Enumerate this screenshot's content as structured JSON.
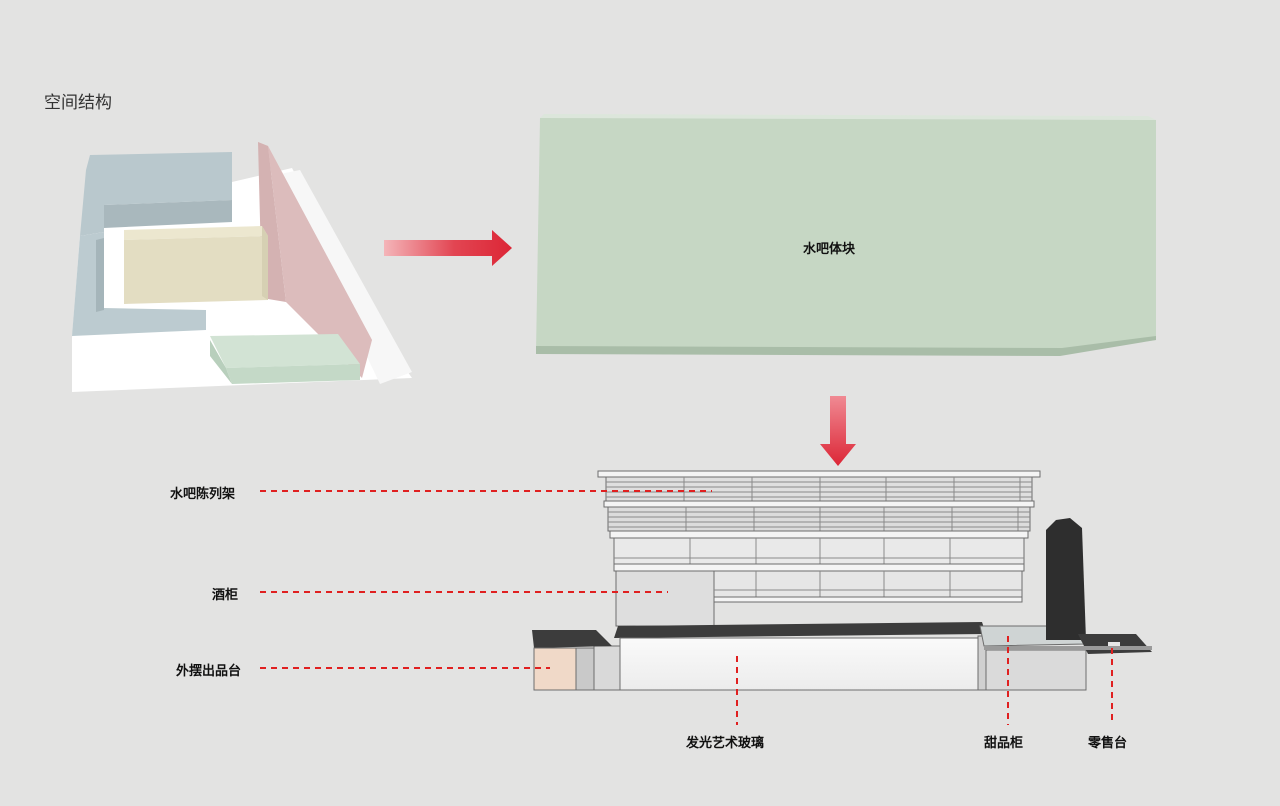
{
  "title": "空间结构",
  "block_label": "水吧体块",
  "callouts": {
    "display_rack": "水吧陈列架",
    "wine_cabinet": "酒柜",
    "outside_counter": "外摆出品台",
    "art_glass": "发光艺术玻璃",
    "dessert_cabinet": "甜品柜",
    "retail_counter": "零售台"
  },
  "colors": {
    "background": "#e3e3e2",
    "arrow_red": "#e0303c",
    "callout_red": "#e02020",
    "block_green": "#c6d6c4",
    "volume_blue": "#b7c7cc",
    "volume_pink": "#d8b5b3",
    "volume_beige": "#e2dcc0",
    "volume_green": "#c3d8c6"
  }
}
